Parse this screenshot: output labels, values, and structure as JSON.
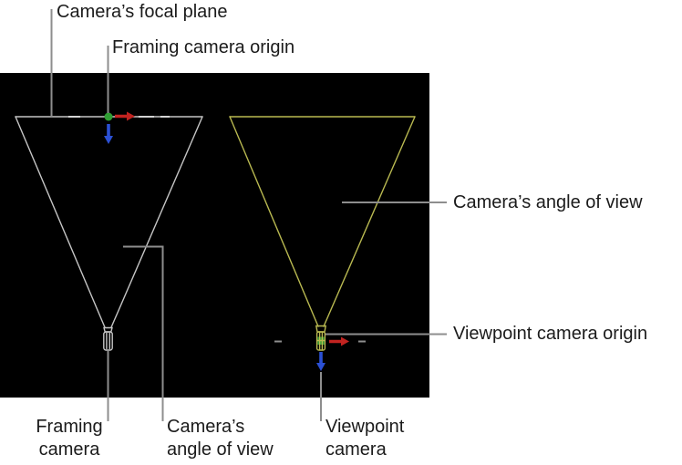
{
  "figure": {
    "labels": {
      "focal_plane": "Camera’s focal plane",
      "framing_origin": "Framing camera origin",
      "angle_of_view_right": "Camera’s angle of view",
      "viewpoint_origin": "Viewpoint camera origin",
      "framing_camera": "Framing\ncamera",
      "angle_of_view_bottom": "Camera’s\nangle of view",
      "viewpoint_camera": "Viewpoint\ncamera"
    },
    "colors": {
      "page_bg": "#ffffff",
      "canvas_bg": "#000000",
      "framing_wireframe": "#c6c6c6",
      "focal_plane_dash": "#e2e2e2",
      "viewpoint_wireframe": "#b9b951",
      "axis_x": "#c22320",
      "axis_y": "#2f9e33",
      "axis_z": "#2b50d4",
      "callout_line": "#8e8e8e",
      "label_text": "#1b1b1b"
    }
  }
}
